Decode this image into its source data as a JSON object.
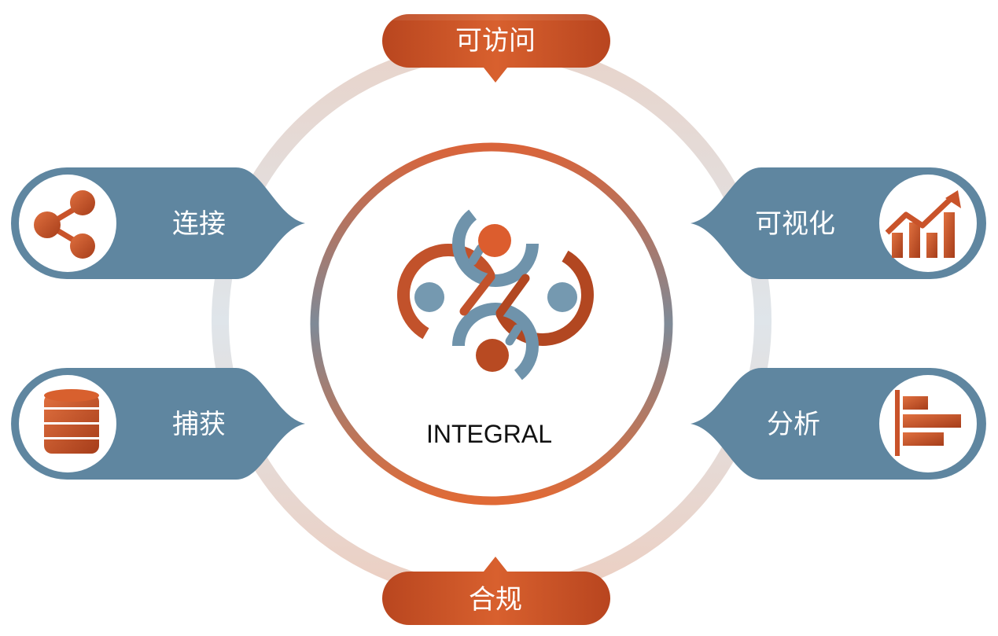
{
  "diagram": {
    "center_label": "INTEGRAL",
    "top_label": "可访问",
    "bottom_label": "合规",
    "left_top_label": "连接",
    "left_bottom_label": "捕获",
    "right_top_label": "可视化",
    "right_bottom_label": "分析"
  },
  "icons": {
    "logo": "integral-logo-icon",
    "share": "share-icon",
    "database": "database-icon",
    "trend": "trend-chart-icon",
    "bars": "horizontal-bar-chart-icon"
  },
  "colors": {
    "orange": "#c9532a",
    "orange_dark": "#a8401c",
    "slate": "#5f86a0",
    "ring_light": "#ead9d2",
    "ring_blue_light": "#dce3e8"
  }
}
